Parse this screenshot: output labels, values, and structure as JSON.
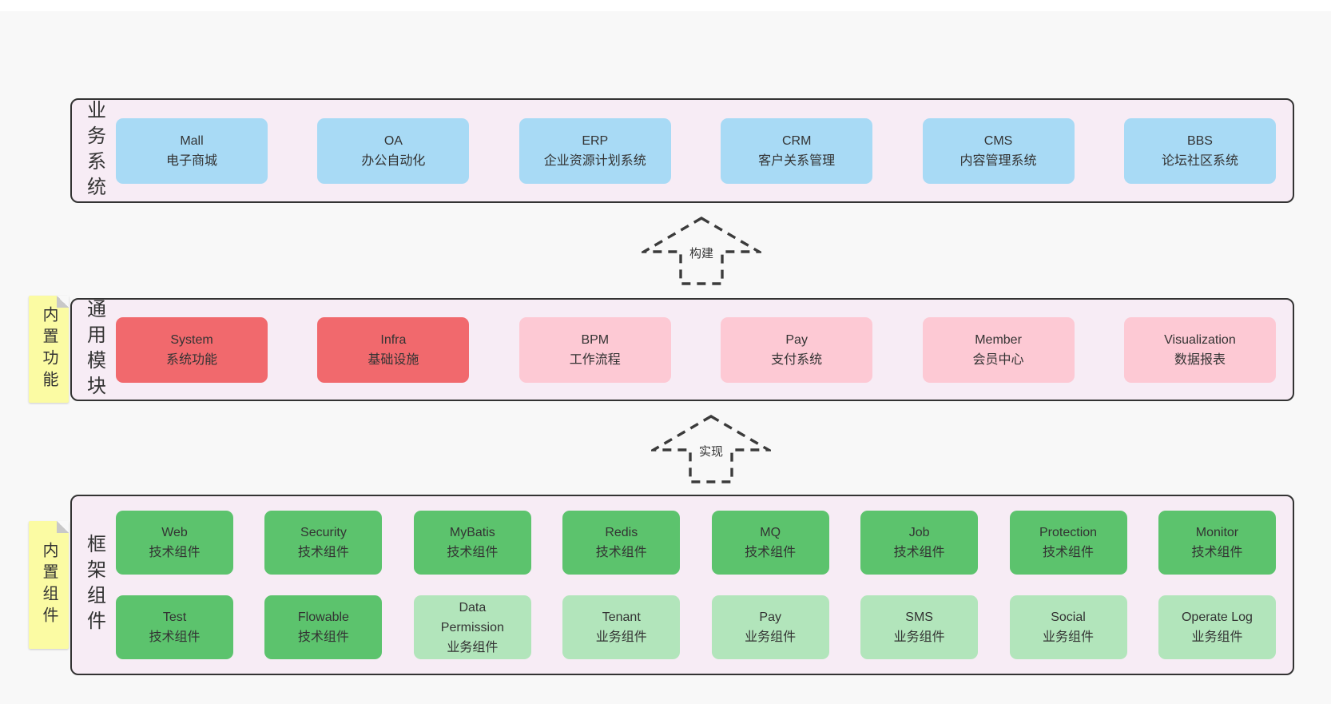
{
  "colors": {
    "background": "#f8f8f8",
    "layer_fill": "#f7ecf5",
    "layer_border": "#333333",
    "blue_box": "#a8daf5",
    "red_box": "#f1696d",
    "pink_box": "#fdc9d4",
    "green_box": "#5cc36d",
    "light_green_box": "#b2e5bb",
    "note_yellow": "#fbfba3"
  },
  "arrows": {
    "build": {
      "label": "构建"
    },
    "implement": {
      "label": "实现"
    }
  },
  "notes": {
    "builtin_features": {
      "label": "内置功能"
    },
    "builtin_components": {
      "label": "内置组件"
    }
  },
  "layers": {
    "business": {
      "label": "业务系统",
      "boxes": [
        {
          "title": "Mall",
          "subtitle": "电子商城"
        },
        {
          "title": "OA",
          "subtitle": "办公自动化"
        },
        {
          "title": "ERP",
          "subtitle": "企业资源计划系统"
        },
        {
          "title": "CRM",
          "subtitle": "客户关系管理"
        },
        {
          "title": "CMS",
          "subtitle": "内容管理系统"
        },
        {
          "title": "BBS",
          "subtitle": "论坛社区系统"
        }
      ]
    },
    "modules": {
      "label": "通用模块",
      "boxes": [
        {
          "title": "System",
          "subtitle": "系统功能"
        },
        {
          "title": "Infra",
          "subtitle": "基础设施"
        },
        {
          "title": "BPM",
          "subtitle": "工作流程"
        },
        {
          "title": "Pay",
          "subtitle": "支付系统"
        },
        {
          "title": "Member",
          "subtitle": "会员中心"
        },
        {
          "title": "Visualization",
          "subtitle": "数据报表"
        }
      ]
    },
    "components": {
      "label": "框架组件",
      "rows": [
        [
          {
            "title": "Web",
            "subtitle": "技术组件"
          },
          {
            "title": "Security",
            "subtitle": "技术组件"
          },
          {
            "title": "MyBatis",
            "subtitle": "技术组件"
          },
          {
            "title": "Redis",
            "subtitle": "技术组件"
          },
          {
            "title": "MQ",
            "subtitle": "技术组件"
          },
          {
            "title": "Job",
            "subtitle": "技术组件"
          },
          {
            "title": "Protection",
            "subtitle": "技术组件"
          },
          {
            "title": "Monitor",
            "subtitle": "技术组件"
          }
        ],
        [
          {
            "title": "Test",
            "subtitle": "技术组件"
          },
          {
            "title": "Flowable",
            "subtitle": "技术组件"
          },
          {
            "title": "Data Permission",
            "subtitle": "业务组件"
          },
          {
            "title": "Tenant",
            "subtitle": "业务组件"
          },
          {
            "title": "Pay",
            "subtitle": "业务组件"
          },
          {
            "title": "SMS",
            "subtitle": "业务组件"
          },
          {
            "title": "Social",
            "subtitle": "业务组件"
          },
          {
            "title": "Operate Log",
            "subtitle": "业务组件"
          }
        ]
      ]
    }
  }
}
